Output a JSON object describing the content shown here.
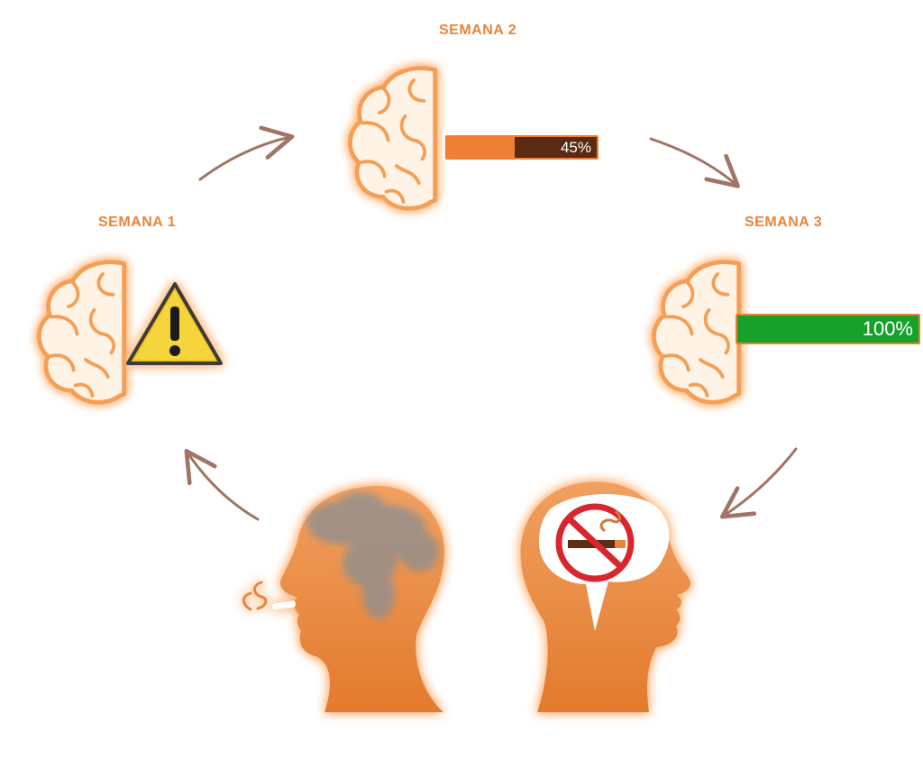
{
  "stages": [
    {
      "label": "SEMANA 1"
    },
    {
      "label": "SEMANA 2",
      "progress": {
        "value": 45,
        "text": "45%"
      }
    },
    {
      "label": "SEMANA 3",
      "progress": {
        "value": 100,
        "text": "100%"
      }
    }
  ],
  "icons": {
    "brain": "brain-icon",
    "warning": "warning-icon",
    "smoke_head": "head-smoke-icon",
    "no_smoking_head": "head-no-smoking-icon"
  },
  "colors": {
    "accent": "#e8853a",
    "brain_glow": "#f7a35c",
    "arrow": "#a07466",
    "bar_track": "#5a2a12",
    "bar_orange": "#ef7f34",
    "bar_green": "#17a12a",
    "no_smoking_red": "#d9262f"
  }
}
